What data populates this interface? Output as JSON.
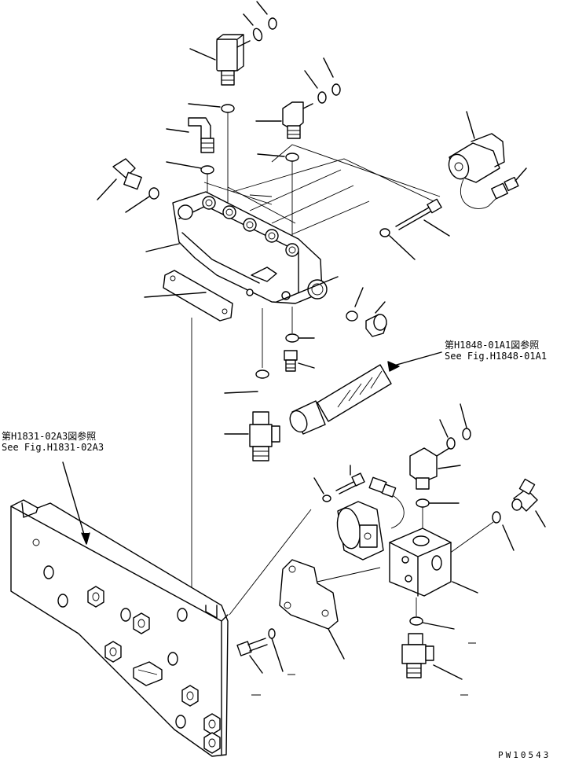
{
  "refs": {
    "valve_group": {
      "jp": "第H1848-01A1図参照",
      "en": "See Fig.H1848-01A1"
    },
    "bracket": {
      "jp": "第H1831-02A3図参照",
      "en": "See Fig.H1831-02A3"
    }
  },
  "drawing_code": "PW10543"
}
